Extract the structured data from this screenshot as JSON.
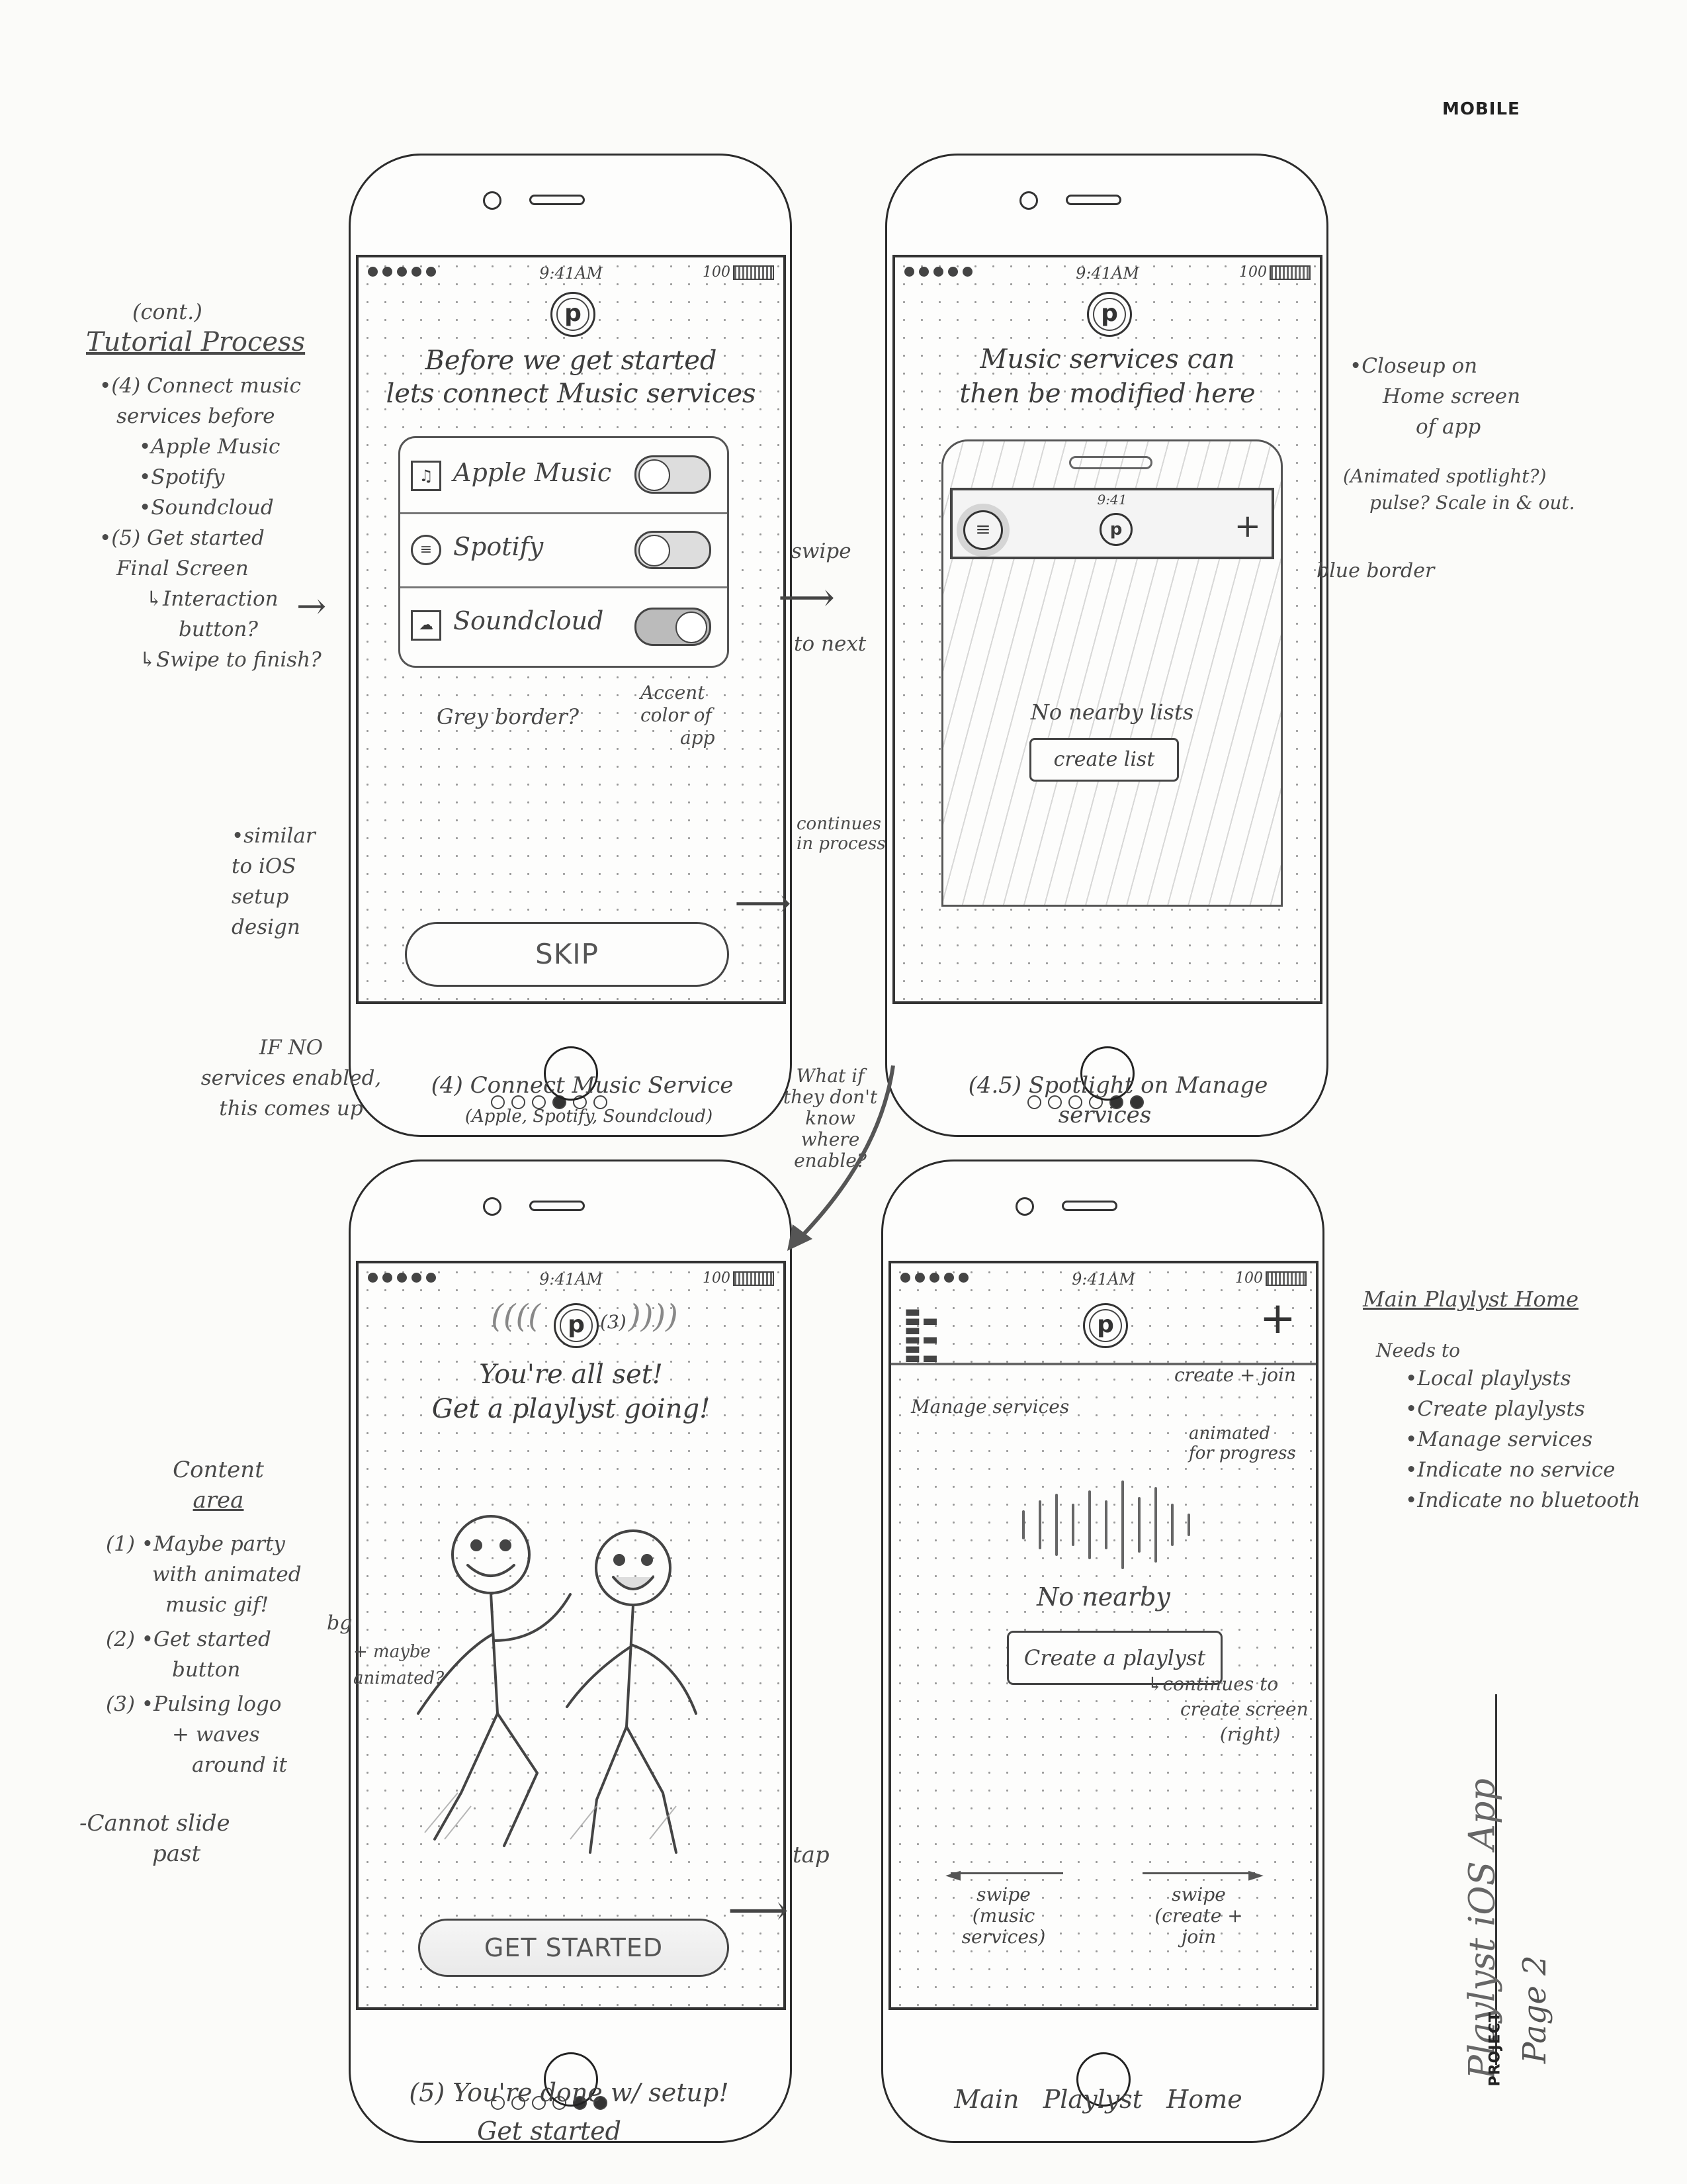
{
  "header": {
    "label": "MOBILE"
  },
  "footer": {
    "title": "Playlyst iOS App",
    "project_label": "PROJECT",
    "page_label": "Page 2"
  },
  "status": {
    "time": "9:41AM",
    "battery": "100"
  },
  "screen1": {
    "headline_l1": "Before we get started",
    "headline_l2": "lets connect Music services",
    "services": [
      {
        "name": "Apple Music",
        "icon": "apple-music-icon",
        "enabled": false
      },
      {
        "name": "Spotify",
        "icon": "spotify-icon",
        "enabled": false
      },
      {
        "name": "Soundcloud",
        "icon": "soundcloud-icon",
        "enabled": true
      }
    ],
    "skip_label": "SKIP",
    "caption_l1": "(4) Connect Music Service",
    "caption_l2": "(Apple, Spotify, Soundcloud)"
  },
  "screen2": {
    "headline_l1": "Music services can",
    "headline_l2": "then be modified here",
    "mini_time": "9:41",
    "empty_text": "No nearby lists",
    "create_list": "create list",
    "caption_l1": "(4.5) Spotlight on Manage",
    "caption_l2": "services"
  },
  "screen3": {
    "headline_l1": "You're all set!",
    "headline_l2": "Get a playlyst going!",
    "logo_label": "(3)",
    "button_label": "GET STARTED",
    "caption_l1": "(5) You're done w/ setup!",
    "caption_l2": "Get started"
  },
  "screen4": {
    "empty_text": "No nearby",
    "create_playlist": "Create a playlyst",
    "swipe_left_l1": "swipe",
    "swipe_left_l2": "(music",
    "swipe_left_l3": "services)",
    "swipe_right_l1": "swipe",
    "swipe_right_l2": "(create +",
    "swipe_right_l3": "join",
    "caption": "Main   Playlyst   Home",
    "note_manage": "Manage services",
    "note_create": "create + join",
    "note_animated_l1": "animated",
    "note_animated_l2": "for progress"
  },
  "notes": {
    "tutorial_title_l1": "(cont.)",
    "tutorial_title_l2": "Tutorial Process",
    "tutorial_lines": [
      "•(4) Connect music",
      "services before",
      "•Apple Music",
      "•Spotify",
      "•Soundcloud",
      "•(5) Get started",
      "Final Screen",
      "↳Interaction",
      "button?",
      "↳Swipe to finish?"
    ],
    "similar_l1": "•similar",
    "similar_l2": "to iOS",
    "similar_l3": "setup",
    "similar_l4": "design",
    "if_no_l1": "IF NO",
    "if_no_l2": "services enabled,",
    "if_no_l3": "this comes up",
    "grey_border": "Grey border?",
    "accent_l1": "Accent",
    "accent_l2": "color of",
    "accent_l3": "app",
    "swipe_next_l1": "swipe",
    "swipe_next_l2": "to next",
    "continues_l1": "continues",
    "continues_l2": "in process",
    "closeup_l1": "•Closeup on",
    "closeup_l2": "Home screen",
    "closeup_l3": "of app",
    "spotlight_l1": "(Animated spotlight?)",
    "spotlight_l2": "pulse? Scale in & out.",
    "blue_border": "blue border",
    "what_if_l1": "What if",
    "what_if_l2": "they don't",
    "what_if_l3": "know",
    "what_if_l4": "where",
    "what_if_l5": "enable?",
    "content_title_l1": "Content",
    "content_title_l2": "area",
    "content_lines": [
      "(1) •Maybe party",
      "with animated",
      "music gif!",
      "(2) •Get started",
      "button",
      "(3) •Pulsing logo",
      "+ waves",
      "around it"
    ],
    "cannot_slide_l1": "-Cannot slide",
    "cannot_slide_l2": "past",
    "bg_note": "bg",
    "maybe_animated_l1": "+ maybe",
    "maybe_animated_l2": "animated?",
    "tap": "tap",
    "main_title": "Main Playlyst Home",
    "needs_to": "Needs to",
    "needs_lines": [
      "•Local playlysts",
      "•Create playlysts",
      "•Manage services",
      "•Indicate no service",
      "•Indicate no bluetooth"
    ],
    "continues_create_l1": "↳continues to",
    "continues_create_l2": "create screen",
    "continues_create_l3": "(right)"
  }
}
